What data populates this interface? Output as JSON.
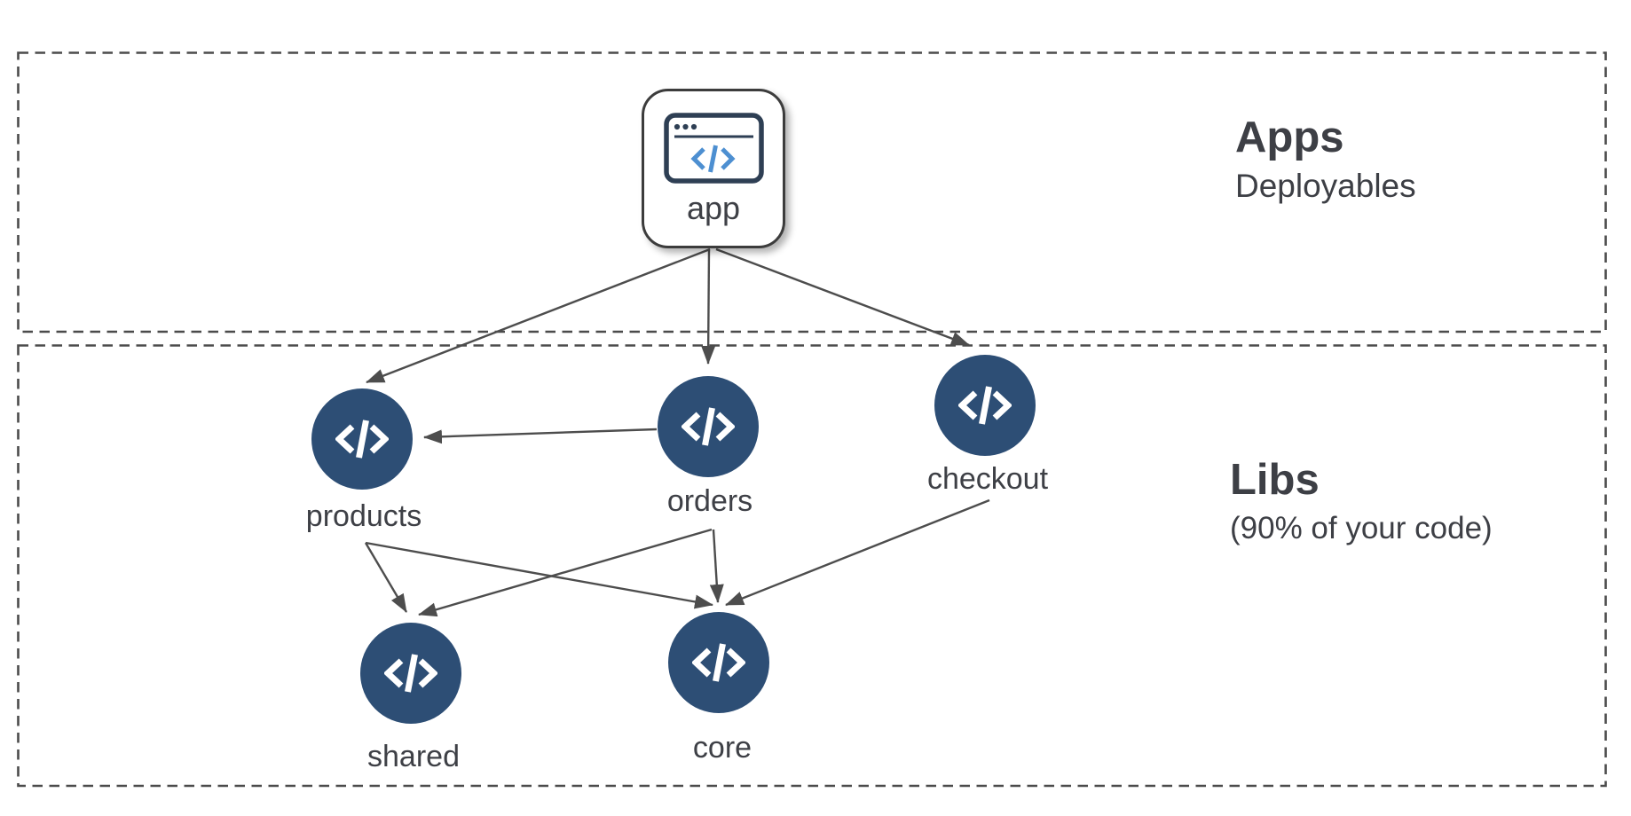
{
  "sections": {
    "apps": {
      "heading": "Apps",
      "subheading": "Deployables"
    },
    "libs": {
      "heading": "Libs",
      "subheading": "(90% of your code)"
    }
  },
  "nodes": {
    "app": {
      "label": "app",
      "kind": "application",
      "icon": "browser-code-icon"
    },
    "products": {
      "label": "products",
      "kind": "library",
      "icon": "code-icon"
    },
    "orders": {
      "label": "orders",
      "kind": "library",
      "icon": "code-icon"
    },
    "checkout": {
      "label": "checkout",
      "kind": "library",
      "icon": "code-icon"
    },
    "shared": {
      "label": "shared",
      "kind": "library",
      "icon": "code-icon"
    },
    "core": {
      "label": "core",
      "kind": "library",
      "icon": "code-icon"
    }
  },
  "edges": [
    {
      "from": "app",
      "to": "products"
    },
    {
      "from": "app",
      "to": "orders"
    },
    {
      "from": "app",
      "to": "checkout"
    },
    {
      "from": "orders",
      "to": "products"
    },
    {
      "from": "products",
      "to": "shared"
    },
    {
      "from": "products",
      "to": "core"
    },
    {
      "from": "orders",
      "to": "shared"
    },
    {
      "from": "orders",
      "to": "core"
    },
    {
      "from": "checkout",
      "to": "core"
    }
  ],
  "colors": {
    "background": "#ffffff",
    "lib_node_fill": "#2d4e75",
    "icon_glyph": "#ffffff",
    "app_icon_outline": "#2e3f54",
    "app_icon_code": "#4d8fd1",
    "arrow": "#4d4d4d",
    "dashed_border": "#4b4b4b",
    "text": "#3e4046"
  }
}
